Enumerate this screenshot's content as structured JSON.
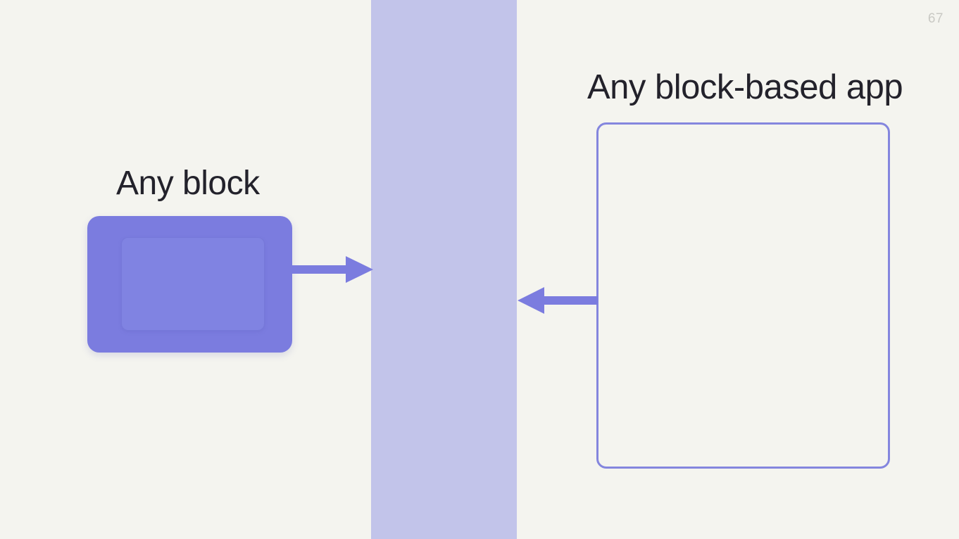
{
  "slide": {
    "page_number": "67",
    "background_color": "#f4f4ef",
    "band": {
      "name": "center-band",
      "color": "#c2c4ea"
    },
    "left": {
      "heading": "Any block",
      "block": {
        "fill_color": "#7b7cdf",
        "inner_fill_color": "#8083e2"
      }
    },
    "right": {
      "heading": "Any block-based app",
      "box": {
        "border_color": "#8486de",
        "fill_color": "transparent"
      }
    },
    "arrows": [
      {
        "name": "arrow-block-to-band",
        "direction": "right",
        "color": "#7b7cdf"
      },
      {
        "name": "arrow-app-to-band",
        "direction": "left",
        "color": "#7b7cdf"
      }
    ],
    "text_color": "#23222b",
    "page_number_color": "#c9c9c4"
  }
}
